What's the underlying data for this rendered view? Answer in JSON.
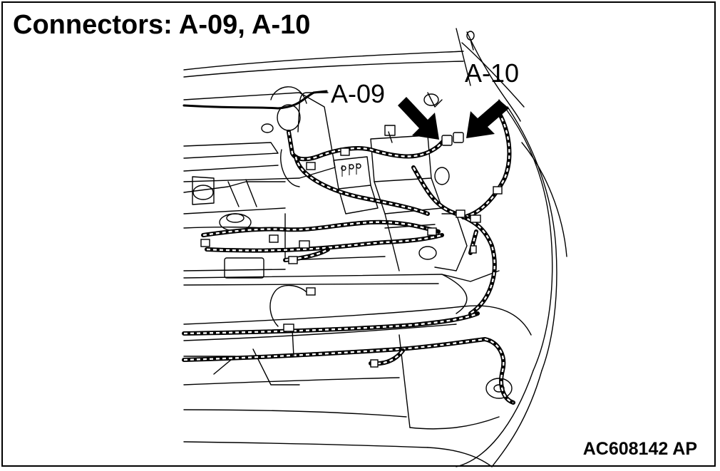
{
  "title": "Connectors: A-09, A-10",
  "figure_id": "AC608142 AP",
  "callouts": [
    {
      "label": "A-09"
    },
    {
      "label": "A-10"
    }
  ]
}
